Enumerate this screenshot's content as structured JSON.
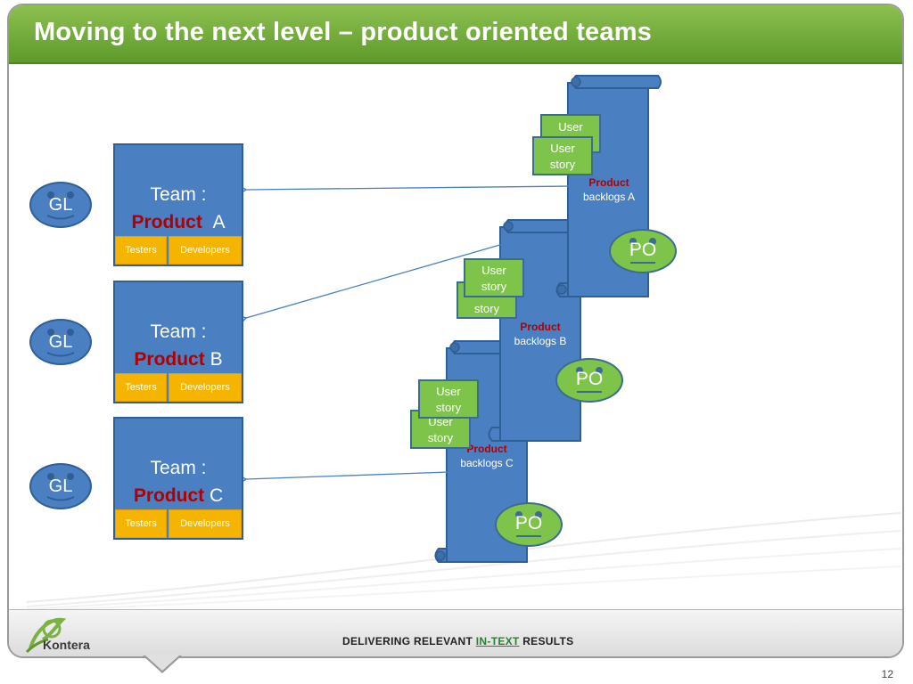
{
  "slide": {
    "title": "Moving to the next level – product oriented teams",
    "page_number": "12"
  },
  "teams": [
    {
      "team_label": "Team :",
      "product_word": "Product",
      "letter": "A",
      "testers": "Testers",
      "developers": "Developers",
      "group_lead": "GL"
    },
    {
      "team_label": "Team :",
      "product_word": "Product",
      "letter": "B",
      "testers": "Testers",
      "developers": "Developers",
      "group_lead": "GL"
    },
    {
      "team_label": "Team :",
      "product_word": "Product",
      "letter": "C",
      "testers": "Testers",
      "developers": "Developers",
      "group_lead": "GL"
    }
  ],
  "backlogs": [
    {
      "product_word": "Product",
      "label": "backlogs A",
      "owner": "PO",
      "stories": [
        {
          "line1": "User",
          "line2": ""
        },
        {
          "line1": "User",
          "line2": "story"
        }
      ]
    },
    {
      "product_word": "Product",
      "label": "backlogs B",
      "owner": "PO",
      "stories": [
        {
          "line1": "",
          "line2": "story"
        },
        {
          "line1": "User",
          "line2": "story"
        }
      ]
    },
    {
      "product_word": "Product",
      "label": "backlogs C",
      "owner": "PO",
      "stories": [
        {
          "line1": "User",
          "line2": "story"
        },
        {
          "line1": "User",
          "line2": "story"
        }
      ]
    }
  ],
  "footer": {
    "logo": "Kontera",
    "tagline_pre": "DELIVERING RELEVANT ",
    "tagline_em": "IN-TEXT",
    "tagline_post": " RESULTS"
  },
  "colors": {
    "header_green": "#7ab342",
    "team_blue": "#4a7fc1",
    "role_orange": "#f5b400",
    "product_red": "#b10000",
    "story_green": "#7ec44b"
  }
}
